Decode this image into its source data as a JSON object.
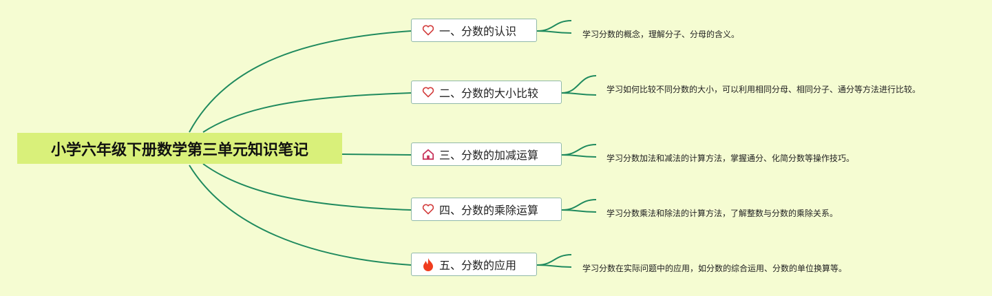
{
  "root": {
    "title": "小学六年级下册数学第三单元知识笔记"
  },
  "colors": {
    "line": "#1f8a5e",
    "root_bg": "#d9f07a",
    "background": "#f5fcd2"
  },
  "branches": [
    {
      "label": "一、分数的认识",
      "icon": "heart-icon",
      "note": "学习分数的概念，理解分子、分母的含义。"
    },
    {
      "label": "二、分数的大小比较",
      "icon": "heart-icon",
      "note": "学习如何比较不同分数的大小，可以利用相同分母、相同分子、通分等方法进行比较。"
    },
    {
      "label": "三、分数的加减运算",
      "icon": "home-icon",
      "note": "学习分数加法和减法的计算方法，掌握通分、化简分数等操作技巧。"
    },
    {
      "label": "四、分数的乘除运算",
      "icon": "heart-icon",
      "note": "学习分数乘法和除法的计算方法，了解整数与分数的乘除关系。"
    },
    {
      "label": "五、分数的应用",
      "icon": "fire-icon",
      "note": "学习分数在实际问题中的应用，如分数的综合运用、分数的单位换算等。"
    }
  ]
}
